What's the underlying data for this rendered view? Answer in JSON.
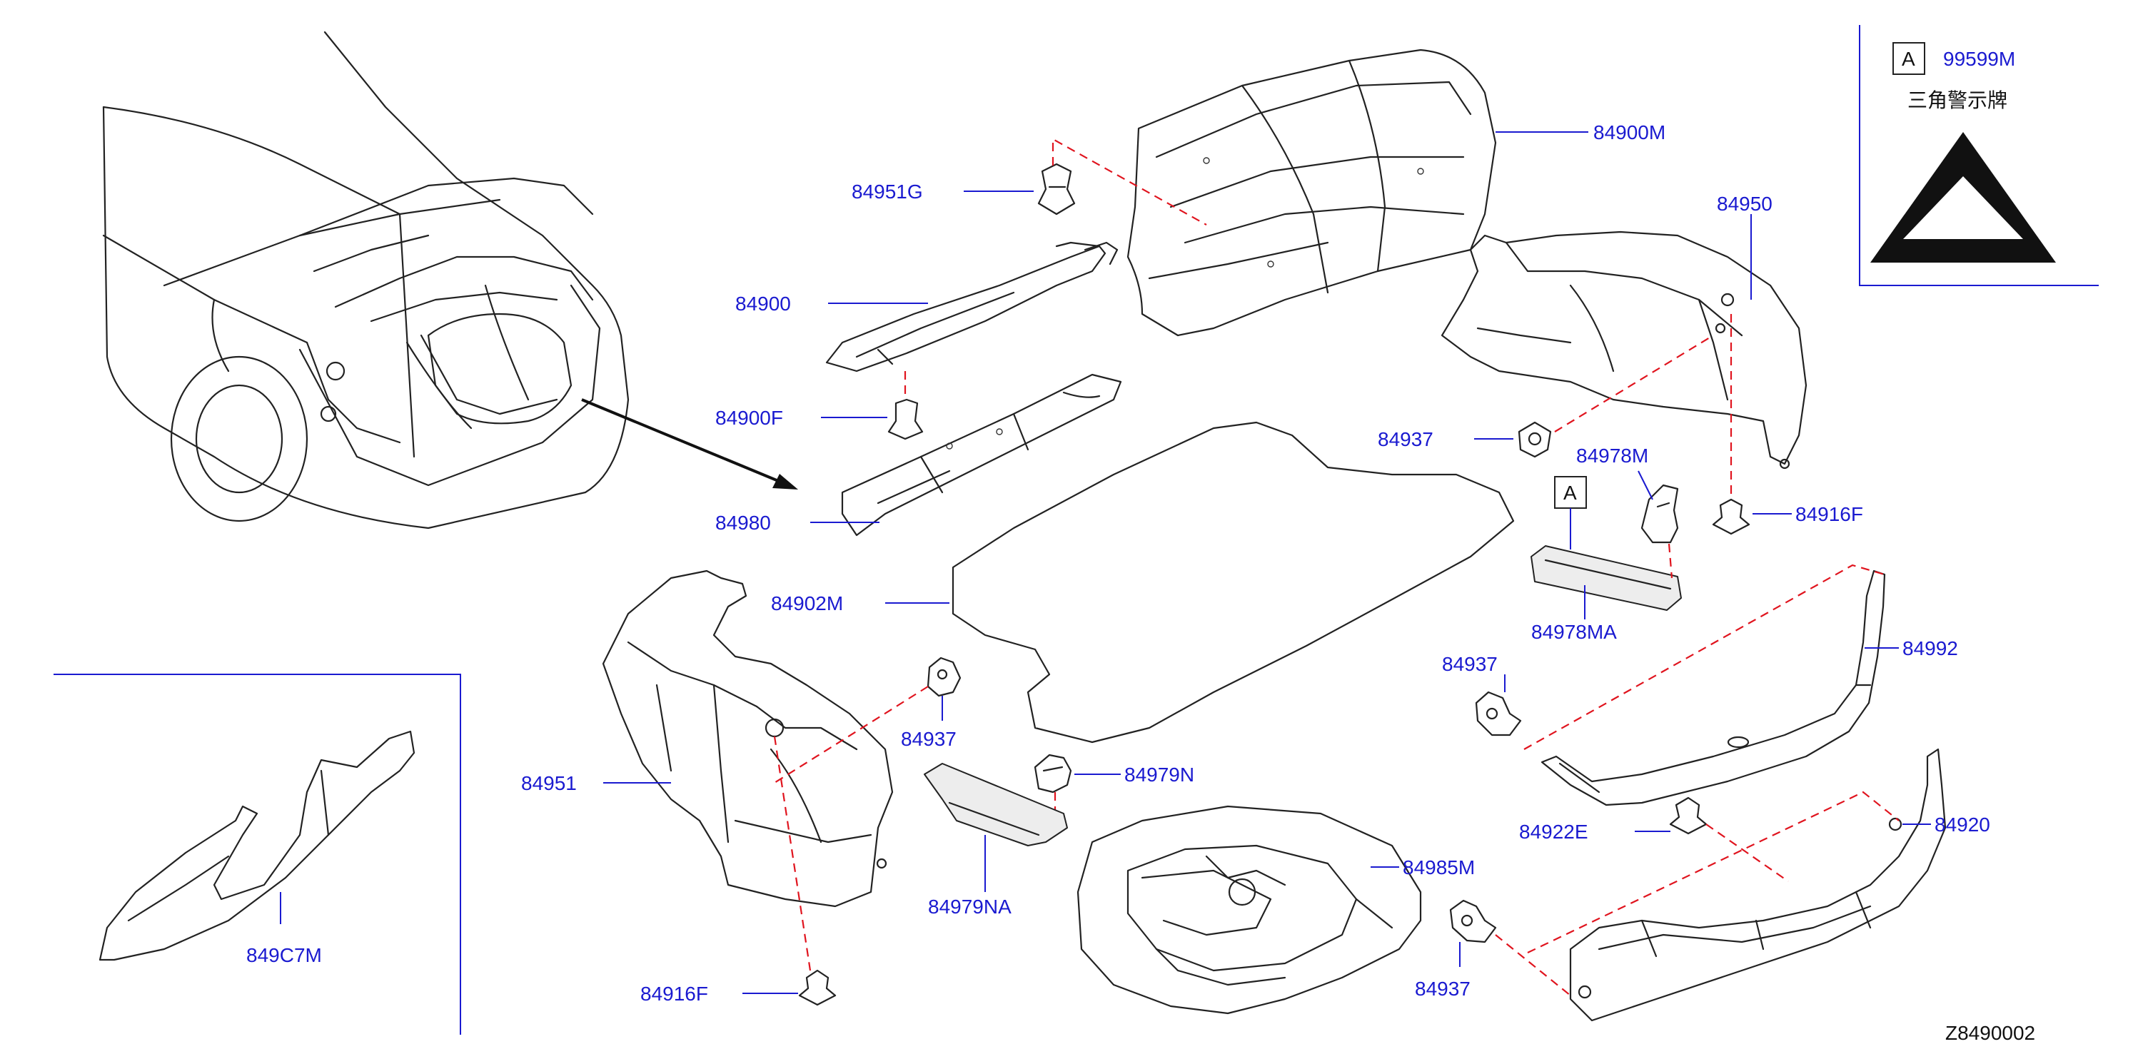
{
  "diagram_id": "Z8490002",
  "callout_box_letter": "A",
  "legend": {
    "ref_letter": "A",
    "part_number": "99599M",
    "description": "三角警示牌"
  },
  "parts": {
    "p84900M": "84900M",
    "p84950": "84950",
    "p84951G": "84951G",
    "p84900": "84900",
    "p84900F": "84900F",
    "p84980": "84980",
    "p84937_a": "84937",
    "p84978M": "84978M",
    "p84916F_a": "84916F",
    "p84978MA": "84978MA",
    "p84902M": "84902M",
    "p84937_b": "84937",
    "p84992": "84992",
    "p84951": "84951",
    "p84937_c": "84937",
    "p84979N": "84979N",
    "p84922E": "84922E",
    "p84920": "84920",
    "p84979NA": "84979NA",
    "p84985M": "84985M",
    "p84916F_b": "84916F",
    "p84937_d": "84937",
    "p849C7M": "849C7M"
  }
}
